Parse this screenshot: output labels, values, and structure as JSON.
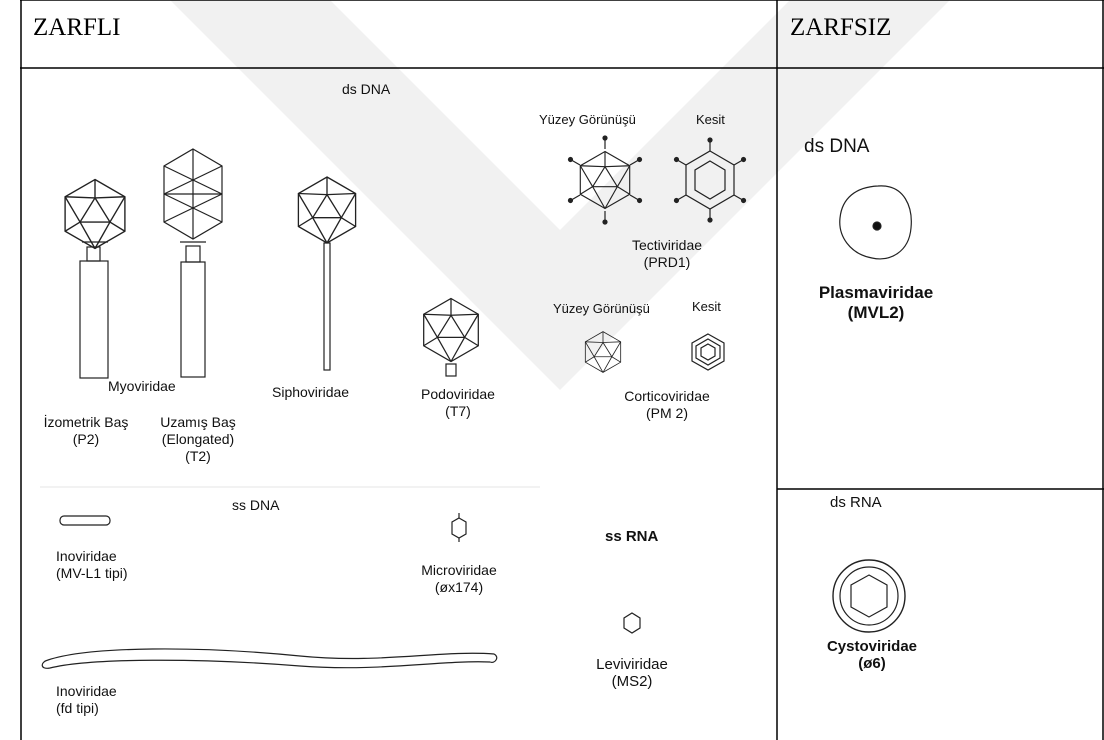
{
  "headers": {
    "enveloped": "ZARFLI",
    "non_enveloped": "ZARFSIZ"
  },
  "enveloped": {
    "ds_dna_title": "ds DNA",
    "myoviridae": {
      "family": "Myoviridae",
      "isometric": [
        "İzometrik Baş",
        "(P2)"
      ],
      "elongated": [
        "Uzamış Baş",
        "(Elongated)",
        "(T2)"
      ]
    },
    "siphoviridae": "Siphoviridae",
    "podoviridae": [
      "Podoviridae",
      "(T7)"
    ],
    "tectiviridae": {
      "surface": "Yüzey Görünüşü",
      "section": "Kesit",
      "name": [
        "Tectiviridae",
        "(PRD1)"
      ]
    },
    "corticoviridae": {
      "surface": "Yüzey Görünüşü",
      "section": "Kesit",
      "name": [
        "Corticoviridae",
        "(PM 2)"
      ]
    },
    "ss_dna_title": "ss DNA",
    "inoviridae_mv": [
      "Inoviridae",
      "(MV-L1 tipi)"
    ],
    "microviridae": [
      "Microviridae",
      "(øx174)"
    ],
    "inoviridae_fd": [
      "Inoviridae",
      "(fd tipi)"
    ],
    "ss_rna_title": "ss RNA",
    "leviviridae": [
      "Leviviridae",
      "(MS2)"
    ]
  },
  "non_enveloped": {
    "ds_dna_title": "ds DNA",
    "plasmaviridae": [
      "Plasmaviridae",
      "(MVL2)"
    ],
    "ds_rna_title": "ds RNA",
    "cystoviridae": [
      "Cystoviridae",
      "(ø6)"
    ]
  }
}
